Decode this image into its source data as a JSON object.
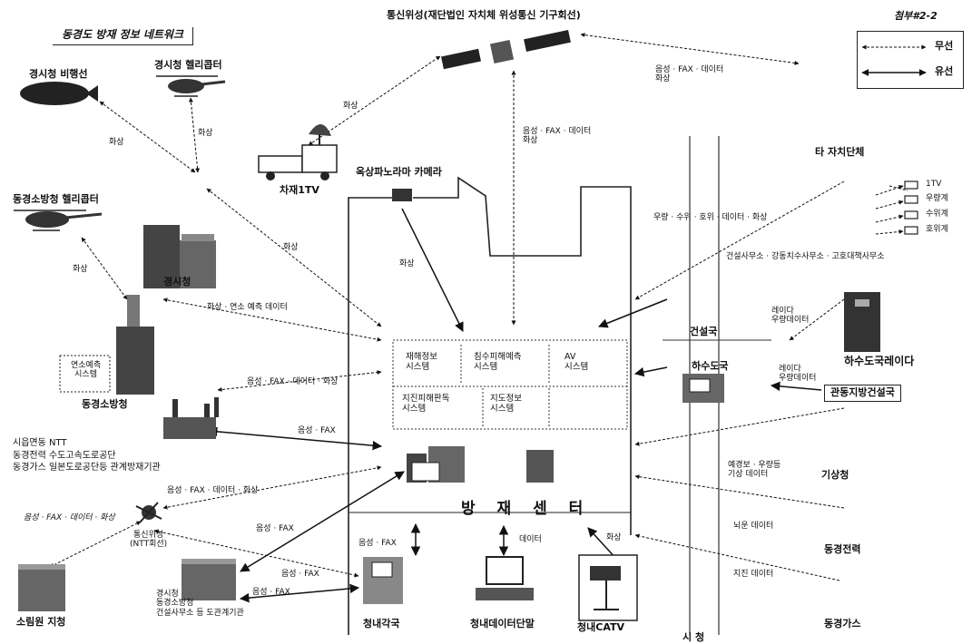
{
  "title": "동경도 방재 정보 네트워크",
  "attachment": "첨부#2-2",
  "legend": {
    "wireless": "무선",
    "wired": "유선"
  },
  "satellite": {
    "label": "통신위성(재단법인 자치체 위성통신 기구회선)"
  },
  "nodes": {
    "police_airship": "경시청 비행선",
    "police_heli": "경시청 헬리콥터",
    "fire_heli": "동경소방청 헬리콥터",
    "police_hq": "경시청",
    "fire_hq": "동경소방청",
    "fire_system": [
      "연소예측",
      "시스템"
    ],
    "relay_vehicle": "차재1TV",
    "rooftop_camera": "옥상파노라마 카메라",
    "other_municipal": "타 자치단체",
    "sewer_radar": "하수도국레이다",
    "construction_bureau": "건설국",
    "sewer_bureau": "하수도국",
    "kanto_bureau": "관동지방건설국",
    "weather_agency": "기상청",
    "tokyo_electric": "동경전력",
    "tokyo_gas": "동경가스",
    "comm_sat_ntt": [
      "통신위성",
      "(NTT회선)"
    ],
    "regional_office": "소림원 지청",
    "related_orgs": [
      "경시청",
      "동경소방청",
      "건설사무소 등 도관계기관"
    ],
    "utilities": [
      "시읍면동 NTT",
      "동경전력 수도고속도로공단",
      "동경가스 일본도로공단등 관계방재기관"
    ],
    "disaster_center": "방 재 센 터",
    "internal_station": "청내각국",
    "internal_terminal": "청내데이터단말",
    "internal_catv": "청내CATV",
    "city_hall": "시  청"
  },
  "gauges": [
    "1TV",
    "우량계",
    "수위계",
    "호위계"
  ],
  "systems": {
    "sys1": [
      "재해정보",
      "시스템"
    ],
    "sys2": [
      "침수피해예측",
      "시스템"
    ],
    "sys3": [
      "AV",
      "시스템"
    ],
    "sys4": [
      "지진피해판독",
      "시스템"
    ],
    "sys5": [
      "지도정보",
      "시스템"
    ]
  },
  "links": {
    "sat_link_vehicle": "화상",
    "sat_link_other": [
      "음성 · FAX · 데이터",
      "화상"
    ],
    "sat_link_center": [
      "음성 · FAX · 데이터",
      "화상"
    ],
    "heli_video_1": "화상",
    "heli_video_2": "화상",
    "fireheli_video": "화상",
    "police_video": "화상",
    "camera_video": "화상",
    "fire_data": "화상 · 연소 예측 데이터",
    "other_data": "우량 · 수위 · 호위 · 데이터 · 화상",
    "offices": "건설사무소 · 강동치수사무소 · 고호대책사무소",
    "radar_data_1": [
      "레이다",
      "우량데이터"
    ],
    "radar_data_2": [
      "레이다",
      "우량데이터"
    ],
    "utility_voice": "음성 · FAX · 데이터 · 화상",
    "utility_voice_2": "음성 · FAX",
    "weather_data": [
      "예경보 · 우량등",
      "기상 데이터"
    ],
    "electric_data": "뇌운 데이터",
    "gas_data": "지진 데이터",
    "ntt_center": "음성 · FAX · 데이터 · 화상",
    "ntt_regional": "음성 · FAX · 데이터 · 화상",
    "ntt_related": "음성 · FAX",
    "regional_voice": "음성 · FAX",
    "related_voice": "음성 · FAX",
    "station_voice": "음성 · FAX",
    "terminal_data": "데이터",
    "catv_video": "화상"
  }
}
